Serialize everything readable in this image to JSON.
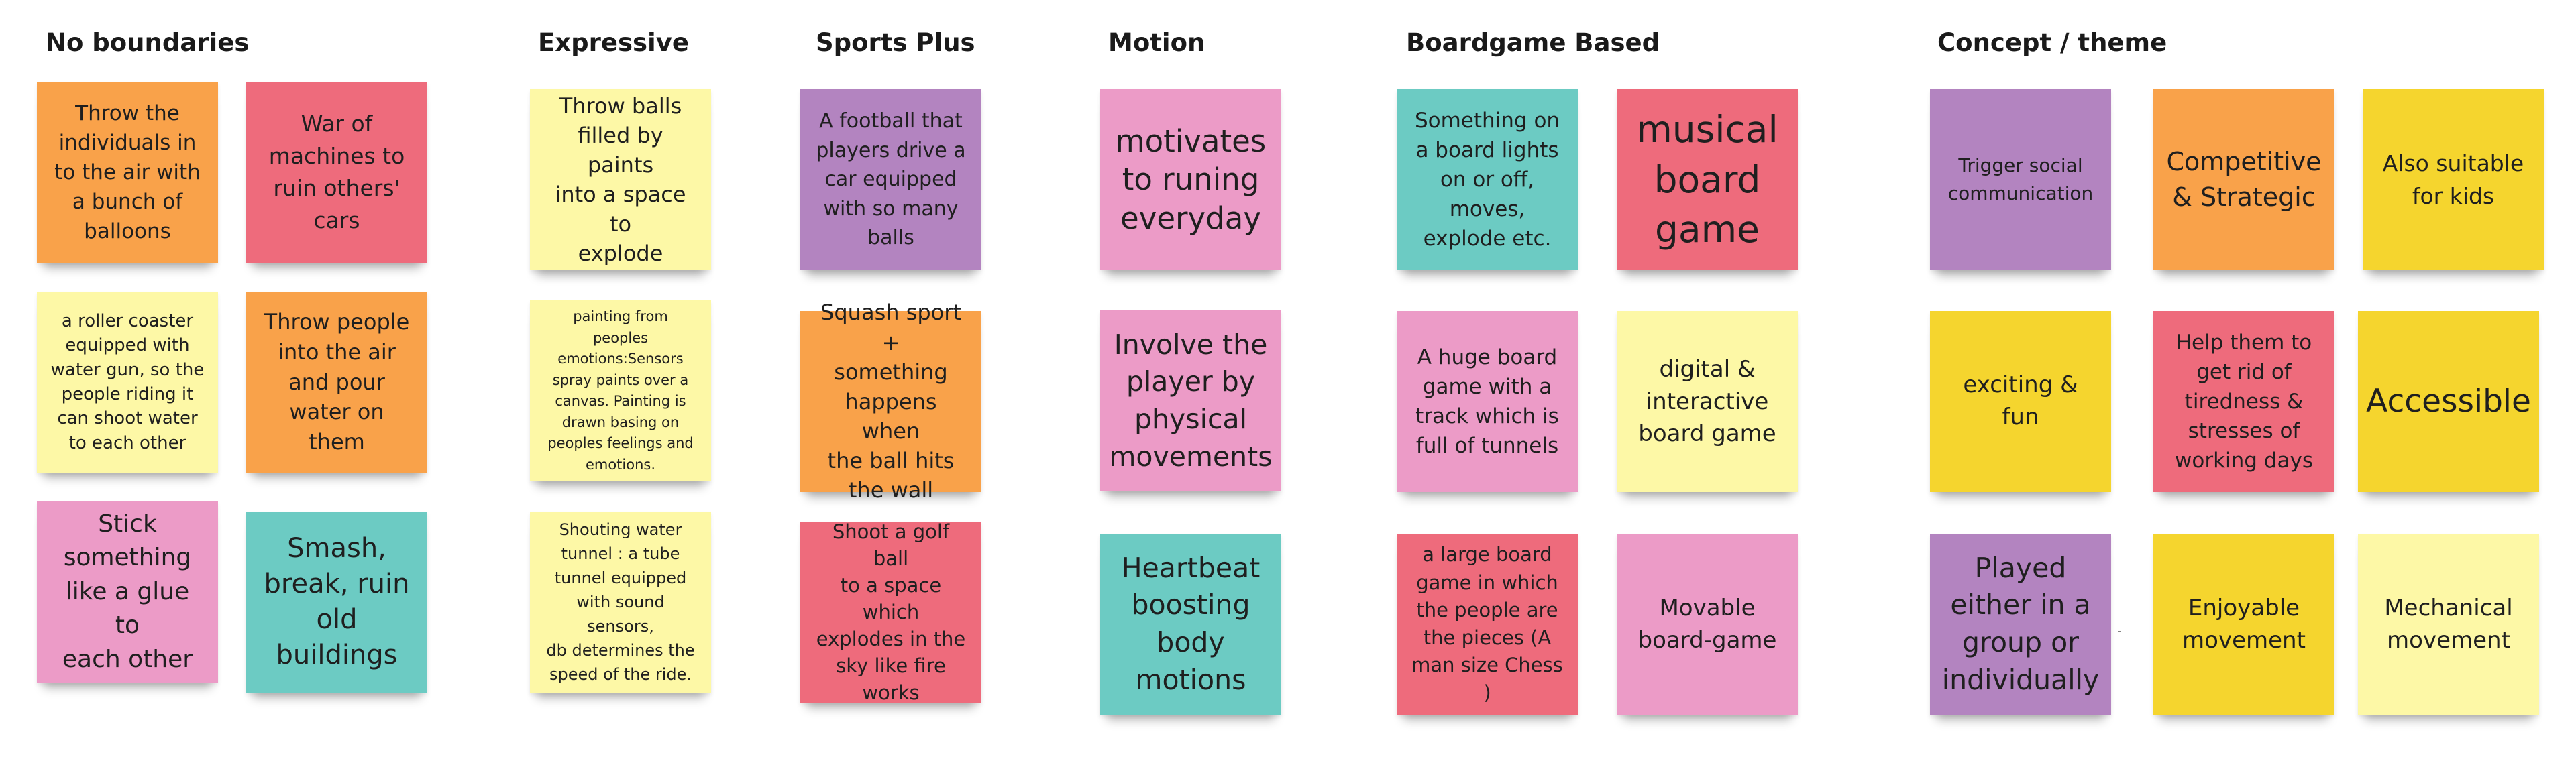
{
  "colors": {
    "orange": "#F9A24A",
    "red": "#EE6B7C",
    "yellow_light": "#FDF8A6",
    "yellow": "#F5D52E",
    "pink": "#EC9BC7",
    "teal": "#6CCBC3",
    "purple": "#B384C0"
  },
  "columns": [
    {
      "heading": "No boundaries",
      "notes": [
        "Throw the\nindividuals in\nto the air with\na bunch of\nballoons",
        "War of\nmachines to\nruin others'\ncars",
        "a roller coaster\nequipped with\nwater gun, so the\npeople riding it\ncan shoot water\nto each other",
        "Throw people\ninto the air\nand pour\nwater on them",
        "Stick\nsomething\nlike a glue to\neach other",
        "Smash,\nbreak, ruin\nold\nbuildings"
      ]
    },
    {
      "heading": "Expressive",
      "notes": [
        "Throw balls\nfilled by paints\ninto a space to\nexplode",
        "painting from peoples\nemotions:Sensors\nspray paints over a\ncanvas. Painting  is\ndrawn basing on\npeoples feelings and\nemotions.",
        "Shouting water\ntunnel : a tube\ntunnel  equipped\nwith sound sensors,\ndb determines the\nspeed of the ride."
      ]
    },
    {
      "heading": "Sports Plus",
      "notes": [
        "A football that\nplayers drive a\ncar equipped\nwith so many\nballs",
        "Squash sport +\nsomething\nhappens when\nthe ball hits\nthe wall",
        "Shoot a golf ball\nto a space which\nexplodes in the\nsky like fire\nworks"
      ]
    },
    {
      "heading": "Motion",
      "notes": [
        "motivates\nto runing\neveryday",
        "Involve the\nplayer by\nphysical\nmovements",
        "Heartbeat\nboosting\nbody\nmotions"
      ]
    },
    {
      "heading": "Boardgame Based",
      "notes": [
        "Something on\na board lights\non or off,\nmoves,\nexplode etc.",
        "musical\nboard\ngame",
        "A  huge board\ngame with a\ntrack which is\nfull of tunnels",
        "digital &\ninteractive\nboard game",
        "a large board\ngame in which\nthe people are\nthe pieces (A\nman size Chess )",
        "Movable\nboard-game"
      ]
    },
    {
      "heading": "Concept / theme",
      "notes": [
        "Trigger social\ncommunication",
        "Competitive\n& Strategic",
        "Also suitable\nfor kids",
        "exciting & fun",
        "Help them to\nget rid of\ntiredness &\nstresses of\nworking days",
        "Accessible",
        "Played\neither in a\ngroup or\nindividually",
        "Enjoyable\nmovement",
        "Mechanical\nmovement"
      ]
    }
  ],
  "stray_mark": "-"
}
